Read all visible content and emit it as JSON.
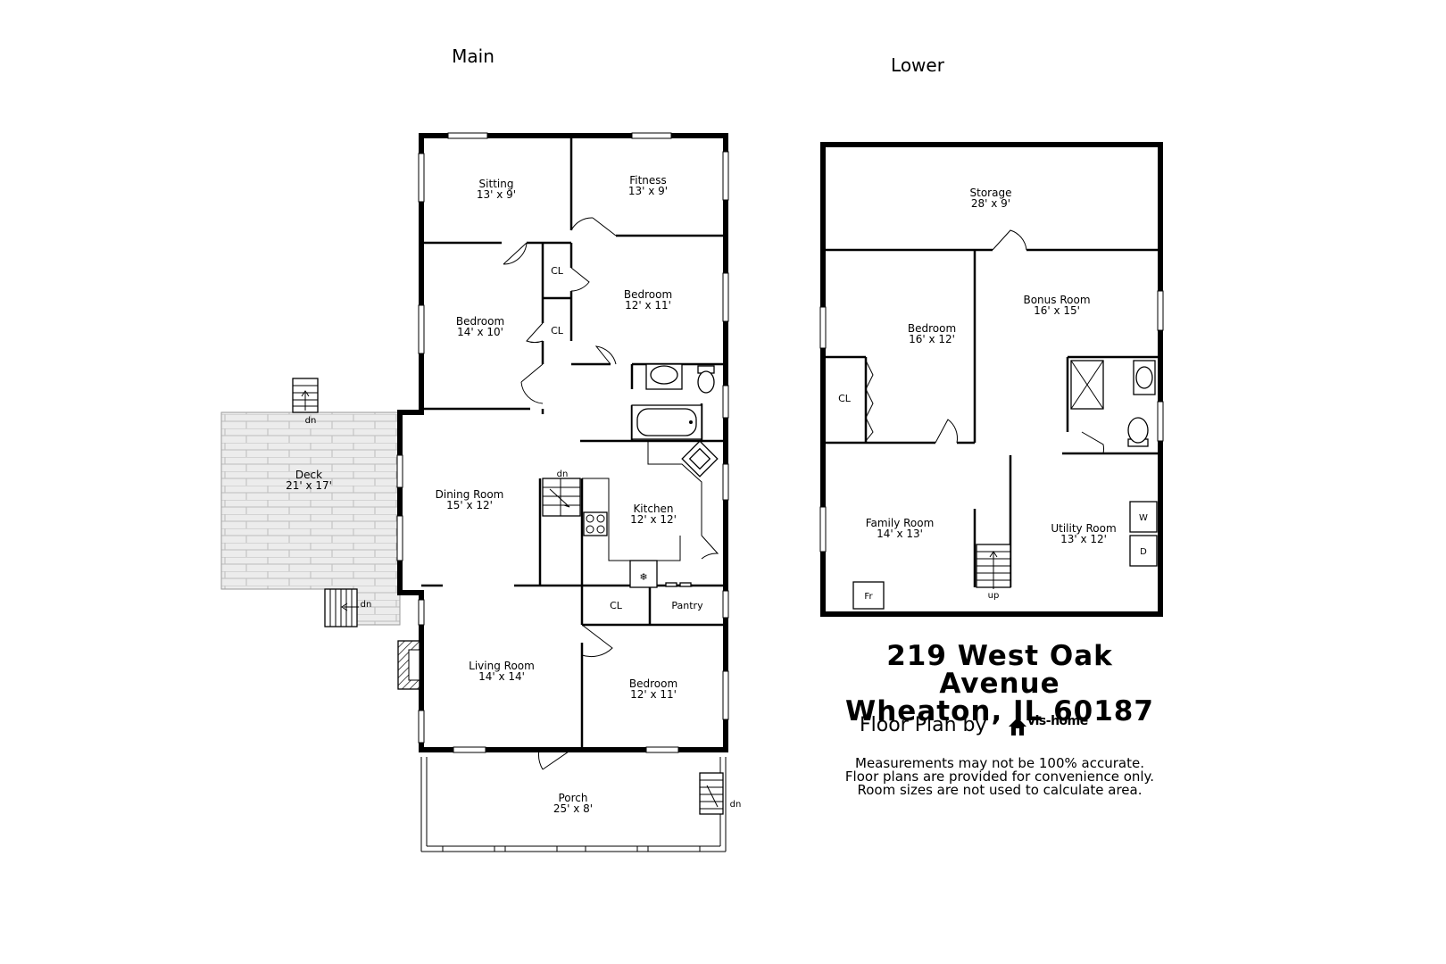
{
  "floors": {
    "main": {
      "label": "Main"
    },
    "lower": {
      "label": "Lower"
    }
  },
  "main_rooms": {
    "sitting": {
      "name": "Sitting",
      "dims": "13' x 9'"
    },
    "fitness": {
      "name": "Fitness",
      "dims": "13' x 9'"
    },
    "bedroom_left": {
      "name": "Bedroom",
      "dims": "14' x 10'"
    },
    "closet_1": {
      "name": "CL"
    },
    "closet_2": {
      "name": "CL"
    },
    "bedroom_right": {
      "name": "Bedroom",
      "dims": "12' x 11'"
    },
    "deck": {
      "name": "Deck",
      "dims": "21' x 17'"
    },
    "dining_room": {
      "name": "Dining Room",
      "dims": "15' x 12'"
    },
    "kitchen": {
      "name": "Kitchen",
      "dims": "12' x 12'"
    },
    "closet_3": {
      "name": "CL"
    },
    "pantry": {
      "name": "Pantry"
    },
    "living_room": {
      "name": "Living Room",
      "dims": "14' x 14'"
    },
    "bedroom_bottom": {
      "name": "Bedroom",
      "dims": "12' x 11'"
    },
    "porch": {
      "name": "Porch",
      "dims": "25' x 8'"
    }
  },
  "lower_rooms": {
    "storage": {
      "name": "Storage",
      "dims": "28' x 9'"
    },
    "bedroom": {
      "name": "Bedroom",
      "dims": "16' x 12'"
    },
    "bonus_room": {
      "name": "Bonus Room",
      "dims": "16' x 15'"
    },
    "closet": {
      "name": "CL"
    },
    "family_room": {
      "name": "Family Room",
      "dims": "14' x 13'"
    },
    "utility_room": {
      "name": "Utility Room",
      "dims": "13' x 12'"
    },
    "washer": "W",
    "dryer": "D",
    "furnace": "Fr"
  },
  "stair_labels": {
    "deck_top": "dn",
    "deck_side": "dn",
    "kitchen": "dn",
    "porch": "dn",
    "lower": "up"
  },
  "address": {
    "line1": "219 West Oak Avenue",
    "line2": "Wheaton, IL 60187"
  },
  "credit": {
    "text": "Floor Plan by",
    "brand": "vis-home",
    "brand_icon": "house-icon"
  },
  "disclaimer": [
    "Measurements may not be 100% accurate.",
    "Floor plans are provided for convenience only.",
    "Room sizes are not used to calculate area."
  ]
}
